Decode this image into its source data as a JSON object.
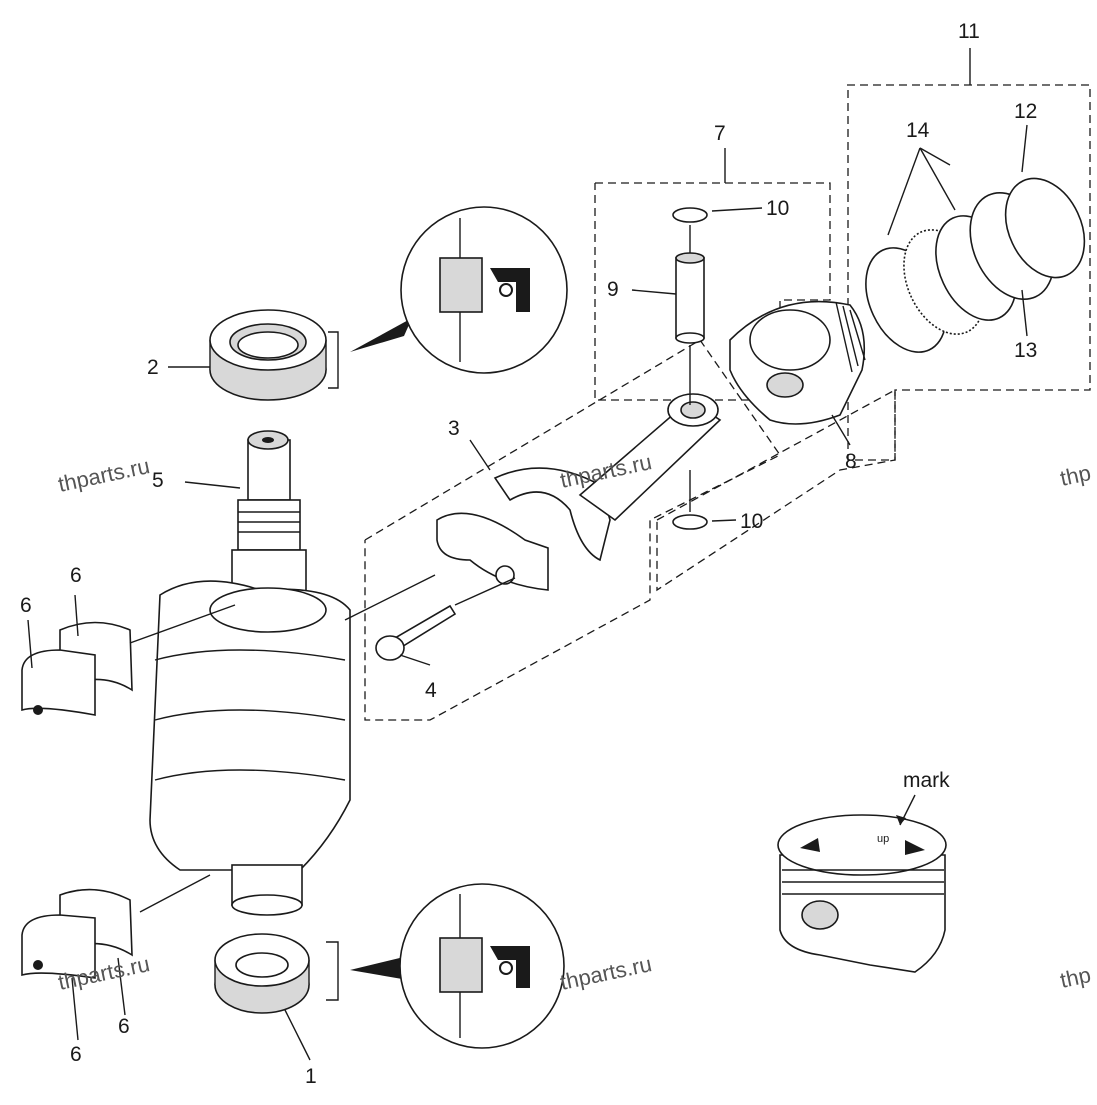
{
  "callouts": {
    "n1": "1",
    "n2": "2",
    "n3": "3",
    "n4": "4",
    "n5": "5",
    "n6a": "6",
    "n6b": "6",
    "n6c": "6",
    "n6d": "6",
    "n7": "7",
    "n8": "8",
    "n9": "9",
    "n10a": "10",
    "n10b": "10",
    "n11": "11",
    "n12": "12",
    "n13": "13",
    "n14": "14"
  },
  "mark_label": "mark",
  "piston_marking": "up",
  "watermarks": {
    "w1": "thparts.ru",
    "w2": "thparts.ru",
    "w3": "thparts.ru",
    "w4": "thparts.ru",
    "w5": "thp",
    "w6": "thp"
  },
  "colors": {
    "line": "#1a1a1a",
    "background": "#ffffff",
    "shade": "#d8d8d8",
    "watermark": "#555555"
  }
}
